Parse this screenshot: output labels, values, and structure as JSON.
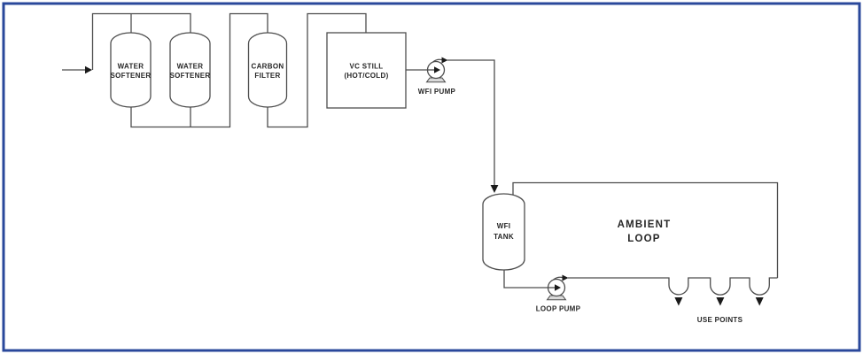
{
  "diagram": {
    "type": "process-flow-diagram",
    "colors": {
      "page_border": "#2a489b",
      "line": "#4d4d4d",
      "arrowhead": "#1a1a1a",
      "text": "#262626",
      "pump_base": "#d9d9d9",
      "background": "#ffffff"
    },
    "nodes": {
      "softener1": {
        "line1": "WATER",
        "line2": "SOFTENER"
      },
      "softener2": {
        "line1": "WATER",
        "line2": "SOFTENER"
      },
      "carbon_filter": {
        "line1": "CARBON",
        "line2": "FILTER"
      },
      "vc_still": {
        "line1": "VC STILL",
        "line2": "(HOT/COLD)"
      },
      "wfi_pump": {
        "label": "WFI PUMP"
      },
      "wfi_tank": {
        "line1": "WFI",
        "line2": "TANK"
      },
      "ambient_loop": {
        "line1": "AMBIENT",
        "line2": "LOOP"
      },
      "loop_pump": {
        "label": "LOOP PUMP"
      },
      "use_points": {
        "label": "USE POINTS",
        "count": 3
      }
    }
  }
}
